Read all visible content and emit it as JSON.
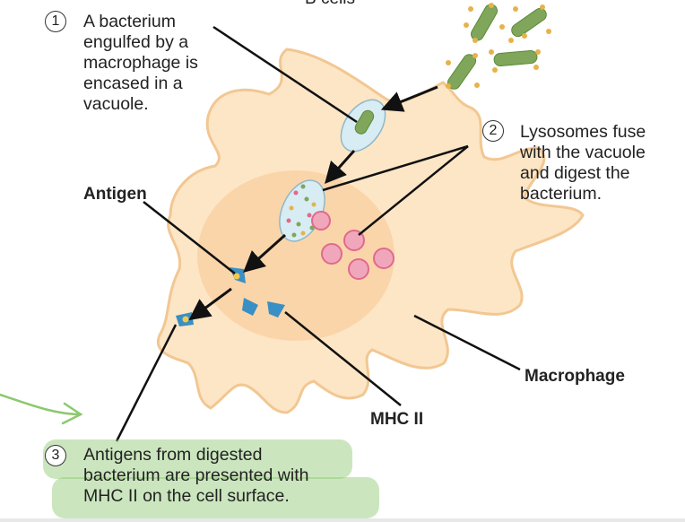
{
  "top_fragment": "B cells",
  "steps": [
    {
      "number": "1",
      "lines": [
        "A bacterium",
        "engulfed by a",
        "macrophage is",
        "encased in a",
        "vacuole."
      ]
    },
    {
      "number": "2",
      "lines": [
        "Lysosomes fuse",
        "with the vacuole",
        "and digest the",
        "bacterium."
      ]
    },
    {
      "number": "3",
      "lines": [
        "Antigens from digested",
        "bacterium are presented with",
        "MHC II on the cell surface."
      ]
    }
  ],
  "labels": {
    "antigen": "Antigen",
    "macrophage": "Macrophage",
    "mhc": "MHC II"
  },
  "colors": {
    "cell_fill": "#fde6c6",
    "cell_stroke": "#f2c792",
    "nucleus": "#f9d3a6",
    "bacterium": "#7fa65a",
    "lysosome": "#e06a8c",
    "mhc": "#3a8fc4",
    "highlight": "#8cc86e"
  }
}
